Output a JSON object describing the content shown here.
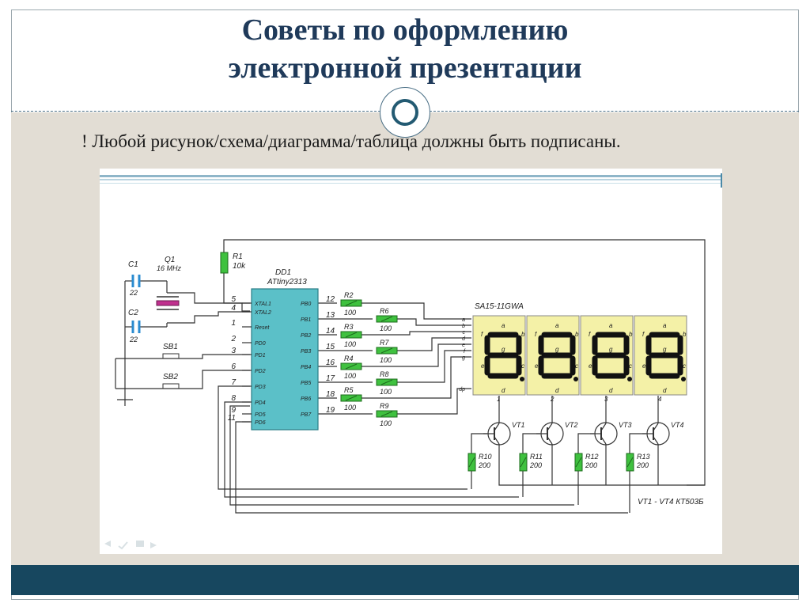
{
  "slide": {
    "title_line1": "Советы по оформлению",
    "title_line2": "электронной презентации",
    "caption": "! Любой рисунок/схема/диаграмма/таблица должны быть подписаны."
  },
  "colors": {
    "title": "#1f3a5a",
    "footer": "#17475f",
    "background": "#e2ddd4",
    "chip": "#5bc0c8",
    "resistor": "#3fc13f",
    "display": "#f4f1a7"
  },
  "schematic": {
    "r1": {
      "name": "R1",
      "value": "10k"
    },
    "c1": {
      "name": "C1",
      "value": "22"
    },
    "c2": {
      "name": "C2",
      "value": "22"
    },
    "q1": {
      "name": "Q1",
      "value": "16 MHz"
    },
    "sb1": "SB1",
    "sb2": "SB2",
    "chip": {
      "name": "DD1",
      "model": "ATtiny2313",
      "left_pins": [
        {
          "num": "5",
          "label": "XTAL1"
        },
        {
          "num": "4",
          "label": "XTAL2"
        },
        {
          "num": "1",
          "label": "Reset"
        },
        {
          "num": "2",
          "label": "PD0"
        },
        {
          "num": "3",
          "label": "PD1"
        },
        {
          "num": "6",
          "label": "PD2"
        },
        {
          "num": "7",
          "label": "PD3"
        },
        {
          "num": "8",
          "label": "PD4"
        },
        {
          "num": "9",
          "label": "PD5"
        },
        {
          "num": "11",
          "label": "PD6"
        }
      ],
      "right_pins": [
        {
          "num": "12",
          "label": "PB0"
        },
        {
          "num": "13",
          "label": "PB1"
        },
        {
          "num": "14",
          "label": "PB2"
        },
        {
          "num": "15",
          "label": "PB3"
        },
        {
          "num": "16",
          "label": "PB4"
        },
        {
          "num": "17",
          "label": "PB5"
        },
        {
          "num": "18",
          "label": "PB6"
        },
        {
          "num": "19",
          "label": "PB7"
        }
      ]
    },
    "seg_resistors": [
      {
        "name": "R2",
        "value": "100"
      },
      {
        "name": "R6",
        "value": "100"
      },
      {
        "name": "R3",
        "value": "100"
      },
      {
        "name": "R7",
        "value": "100"
      },
      {
        "name": "R4",
        "value": "100"
      },
      {
        "name": "R8",
        "value": "100"
      },
      {
        "name": "R5",
        "value": "100"
      },
      {
        "name": "R9",
        "value": "100"
      }
    ],
    "display": {
      "name": "SA15-11GWA",
      "seg_inputs": [
        "a",
        "b",
        "c",
        "d",
        "e",
        "f",
        "g",
        "dp"
      ],
      "digit_labels": {
        "a": "a",
        "b": "b",
        "c": "c",
        "d": "d",
        "e": "e",
        "f": "f",
        "g": "g"
      },
      "digits": [
        "1",
        "2",
        "3",
        "4"
      ]
    },
    "transistors": [
      "VT1",
      "VT2",
      "VT3",
      "VT4"
    ],
    "base_resistors": [
      {
        "name": "R10",
        "value": "200"
      },
      {
        "name": "R11",
        "value": "200"
      },
      {
        "name": "R12",
        "value": "200"
      },
      {
        "name": "R13",
        "value": "200"
      }
    ],
    "note": "VT1 - VT4  КТ503Б"
  }
}
